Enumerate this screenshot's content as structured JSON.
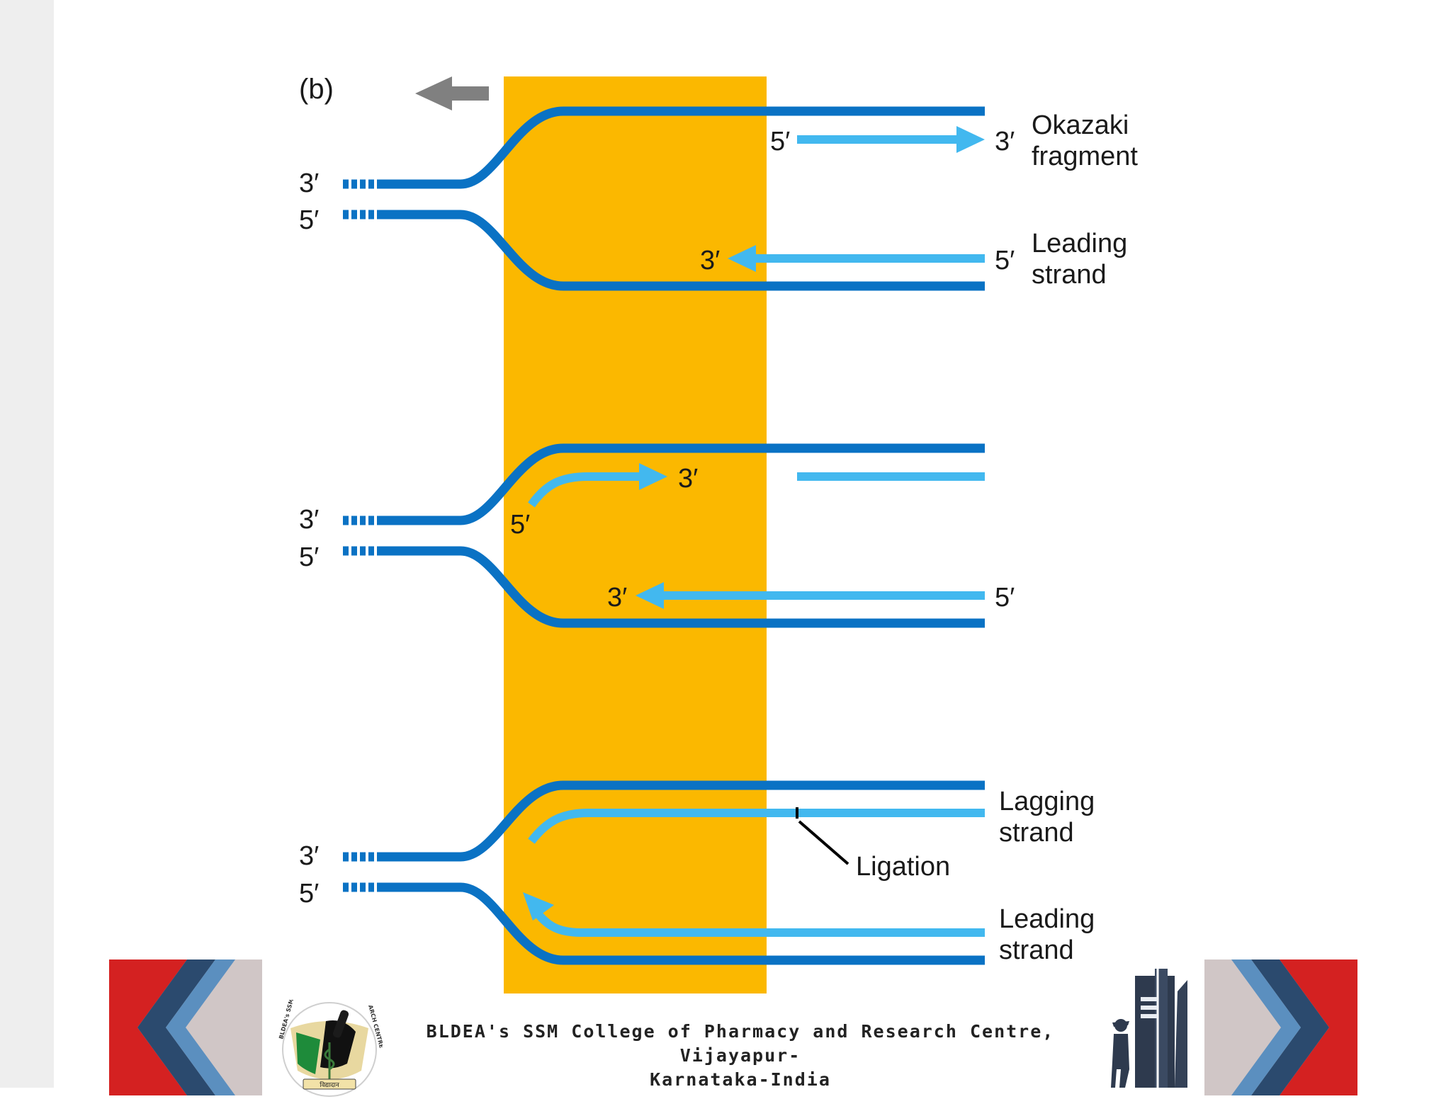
{
  "panel_label": "(b)",
  "colors": {
    "template_strand": "#0a72c4",
    "new_strand": "#42b8ef",
    "replication_zone": "#fbb800",
    "direction_arrow": "#808080"
  },
  "forks": [
    {
      "left_top_label": "3′",
      "left_bottom_label": "5′",
      "okazaki_start_label": "5′",
      "okazaki_end_label": "3′",
      "okazaki_name_line1": "Okazaki",
      "okazaki_name_line2": "fragment",
      "leading_end_label": "3′",
      "leading_start_label": "5′",
      "leading_name_line1": "Leading",
      "leading_name_line2": "strand"
    },
    {
      "left_top_label": "3′",
      "left_bottom_label": "5′",
      "new_fragment_start_label": "5′",
      "new_fragment_end_label": "3′",
      "leading_end_label": "3′",
      "leading_start_label": "5′"
    },
    {
      "left_top_label": "3′",
      "left_bottom_label": "5′",
      "lagging_name_line1": "Lagging",
      "lagging_name_line2": "strand",
      "ligation_label": "Ligation",
      "leading_name_line1": "Leading",
      "leading_name_line2": "strand"
    }
  ],
  "footer": {
    "institution_line1": "BLDEA's SSM College of Pharmacy and Research Centre, Vijayapur-",
    "institution_line2": "Karnataka-India"
  },
  "logo": {
    "ring_text_left": "BLDEA's SSM",
    "ring_text_right": "ARCH CENTRE",
    "motto": "विद्यादान"
  },
  "navigation": {
    "prev_icon": "chevron-left-icon",
    "next_icon": "chevron-right-icon"
  }
}
